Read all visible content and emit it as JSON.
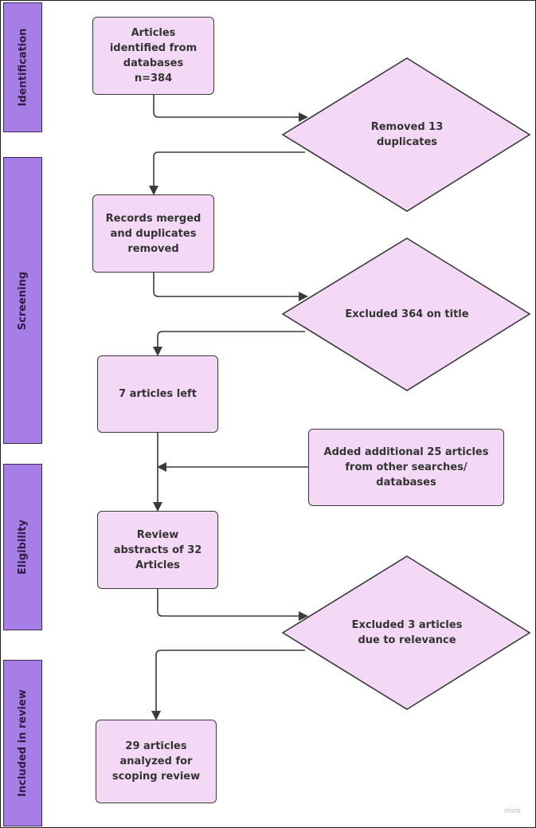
{
  "phases": [
    {
      "label": "Identification"
    },
    {
      "label": "Screening"
    },
    {
      "label": "Eligibility"
    },
    {
      "label": "Included in review"
    }
  ],
  "boxes": {
    "identified": "Articles\nidentified from\ndatabases\nn=384",
    "merged": "Records merged\nand duplicates\nremoved",
    "left": "7 articles left",
    "added": "Added additional 25 articles\nfrom other searches/\ndatabases",
    "abstracts": "Review\nabstracts of 32\nArticles",
    "analyzed": "29 articles\nanalyzed for\nscoping review"
  },
  "decisions": {
    "duplicates": "Removed 13\nduplicates",
    "title": "Excluded 364 on title",
    "relevance": "Excluded 3 articles\ndue to relevance"
  },
  "watermark": "miro",
  "colors": {
    "phase_fill": "#a77ee6",
    "node_fill": "#f3d9f6",
    "line": "#3a3a3a"
  }
}
